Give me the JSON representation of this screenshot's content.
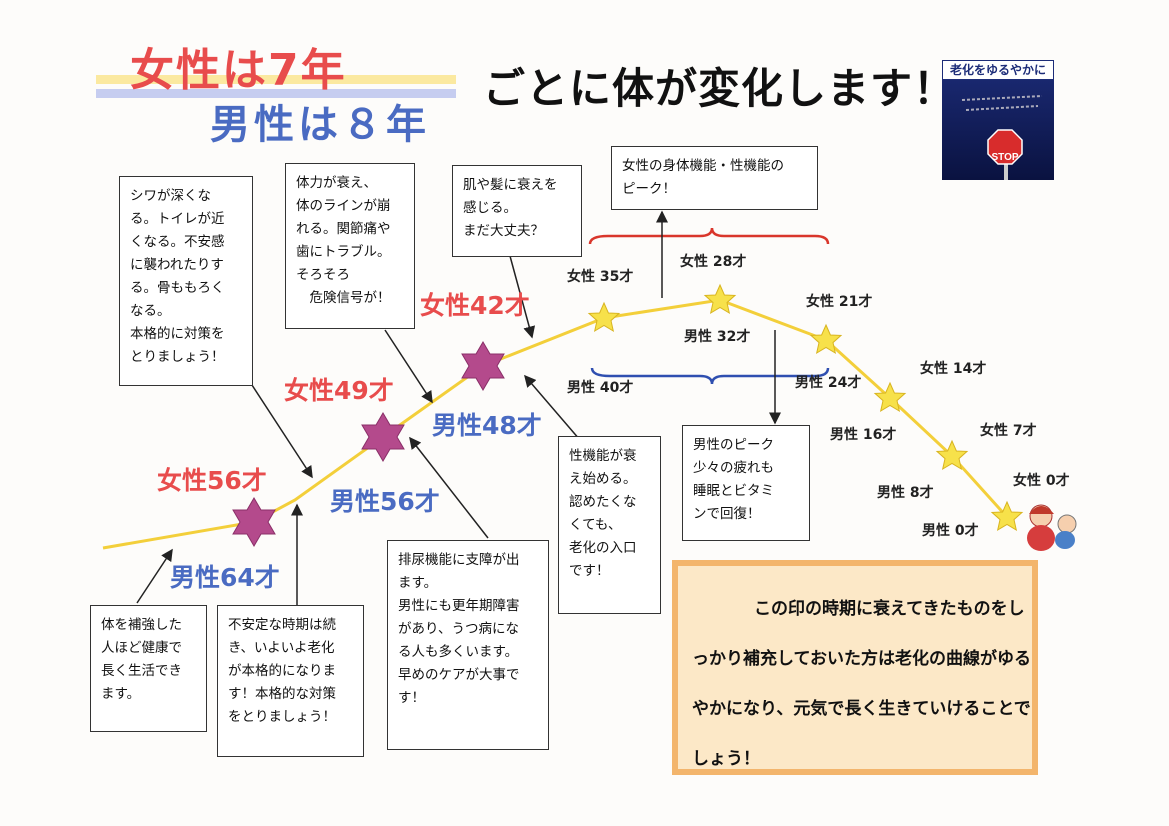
{
  "title": {
    "women": "女性は7年",
    "men": "男性は８年",
    "rest": "ごとに体が変化します！"
  },
  "logo": {
    "caption": "老化をゆるやかに",
    "sign": "STOP"
  },
  "stage_labels": {
    "f56": "女性56才",
    "m64": "男性64才",
    "f49": "女性49才",
    "m56": "男性56才",
    "f42": "女性42才",
    "m48": "男性48才",
    "f35": "女性 35才",
    "m40": "男性 40才",
    "f28": "女性 28才",
    "m32": "男性 32才",
    "f21": "女性 21才",
    "m24": "男性 24才",
    "f14": "女性 14才",
    "m16": "男性 16才",
    "f7": "女性 7才",
    "m8": "男性 8才",
    "f0": "女性 0才",
    "m0": "男性 0才"
  },
  "notes": {
    "wrinkles": "シワが深くな\nる。トイレが近\nくなる。不安感\nに襲われたりす\nる。骨ももろく\nなる。\n本格的に対策を\nとりましょう！",
    "stamina": "体力が衰え、\n体のラインが崩\nれる。関節痛や\n歯にトラブル。\nそろそろ\n　危険信号が！",
    "skin_hair": "肌や髪に衰えを\n感じる。\nまだ大丈夫？",
    "female_peak": "女性の身体機能・性機能の\nピーク！",
    "male_peak": "男性のピーク\n少々の疲れも\n睡眠とビタミ\nンで回復！",
    "sexual_decline": "性機能が衰\nえ始める。\n認めたくな\nくても、\n老化の入口\nです！",
    "urination": "排尿機能に支障が出\nます。\n男性にも更年期障害\nがあり、うつ病にな\nる人も多くいます。\n早めのケアが大事で\nす！",
    "reinforce": "体を補強した\n人ほど健康で\n長く生活でき\nます。",
    "unstable": "不安定な時期は続\nき、いよいよ老化\nが本格的になりま\nす！本格的な対策\nをとりましょう！"
  },
  "legend": {
    "text": "この印の時期に衰えてきたものをしっかり補充しておいた方は老化の曲線がゆるやかになり、元気で長く生きていけることでしょう！"
  },
  "colors": {
    "female": "#e84c4c",
    "male": "#4a6bc2",
    "curve": "#f3cf3a",
    "star_yellow": "#f7e14a",
    "star_purple": "#b44a8c",
    "brace_red": "#d9362b",
    "brace_blue": "#2f4fb0",
    "legend_bg": "#fce8c7",
    "legend_border": "#f3b56c"
  }
}
